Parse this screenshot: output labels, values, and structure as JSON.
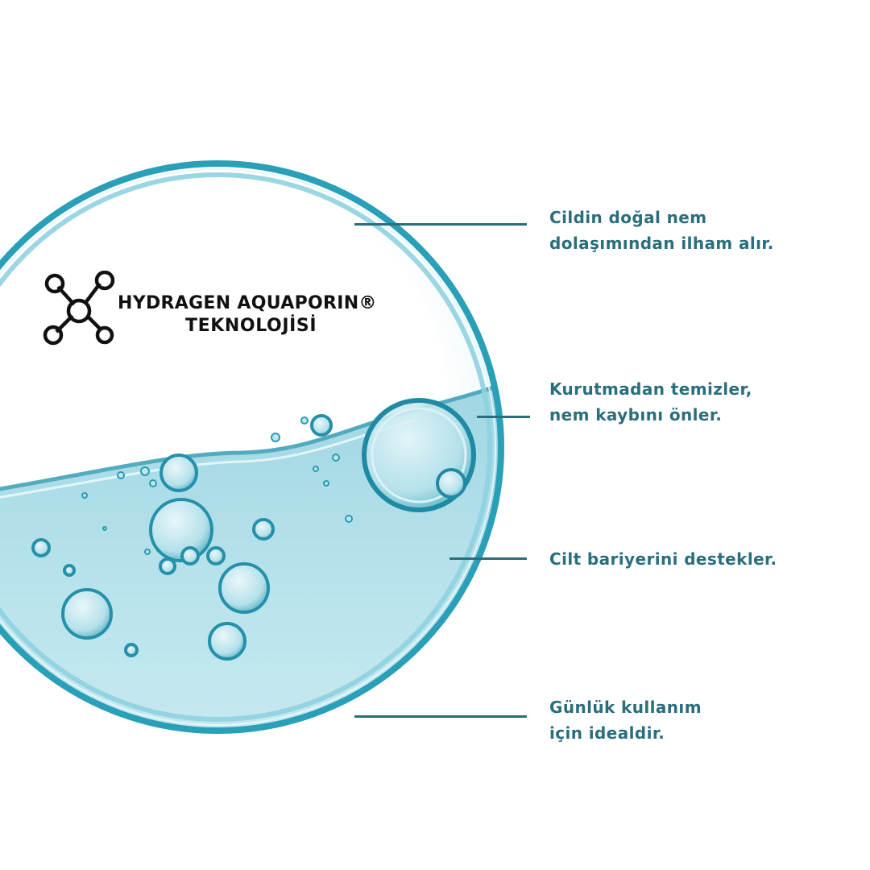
{
  "brand": {
    "logo_icon": "molecule-icon",
    "line1": "HYDRAGEN AQUAPORIN®",
    "line2": "TEKNOLOJİSİ"
  },
  "callouts": [
    {
      "lines": [
        "Cildin doğal nem",
        "dolaşımından ilham alır."
      ]
    },
    {
      "lines": [
        "Kurutmadan temizler,",
        "nem kaybını önler."
      ]
    },
    {
      "lines": [
        "Cilt bariyerini destekler."
      ]
    },
    {
      "lines": [
        "Günlük kullanım",
        "için idealdir."
      ]
    }
  ],
  "colors": {
    "accent": "#2a6e7c",
    "water": "#a9dbe6",
    "rim": "#2a9fb8",
    "logo": "#111111"
  }
}
